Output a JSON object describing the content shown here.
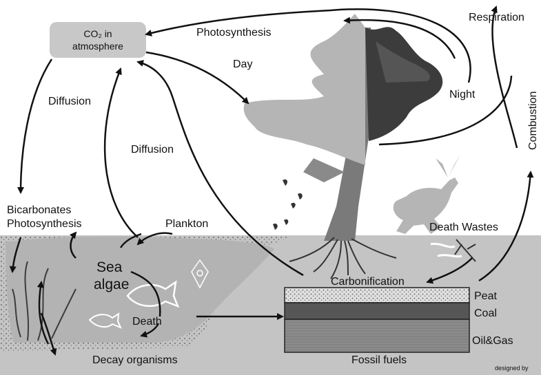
{
  "labels": {
    "co2_line1": "CO₂ in",
    "co2_line2": "atmosphere",
    "photosynthesis": "Photosynthesis",
    "day": "Day",
    "respiration": "Respiration",
    "night": "Night",
    "combustion": "Combustion",
    "diffusion_left": "Diffusion",
    "diffusion_center": "Diffusion",
    "bicarbonates": "Bicarbonates",
    "photosynthesis_sea": "Photosynthesis",
    "plankton": "Plankton",
    "sea": "Sea",
    "algae": "algae",
    "death": "Death",
    "decay_organisms": "Decay organisms",
    "death_wastes": "Death Wastes",
    "carbonification": "Carbonification",
    "peat": "Peat",
    "coal": "Coal",
    "oil_gas": "Oil&Gas",
    "fossil_fuels": "Fossil fuels",
    "designed_by": "designed by"
  },
  "colors": {
    "background": "#ffffff",
    "ground": "#c4c4c4",
    "sea": "#b3b3b3",
    "co2_box": "#c8c8c8",
    "tree_light": "#b5b5b5",
    "tree_dark": "#3c3c3c",
    "coal": "#565656",
    "oil_gas": "#8c8c8c",
    "arrow": "#111111"
  },
  "icons": [
    "tree",
    "deer",
    "fish",
    "seaweed",
    "roots",
    "leaves",
    "plankton",
    "bones"
  ]
}
